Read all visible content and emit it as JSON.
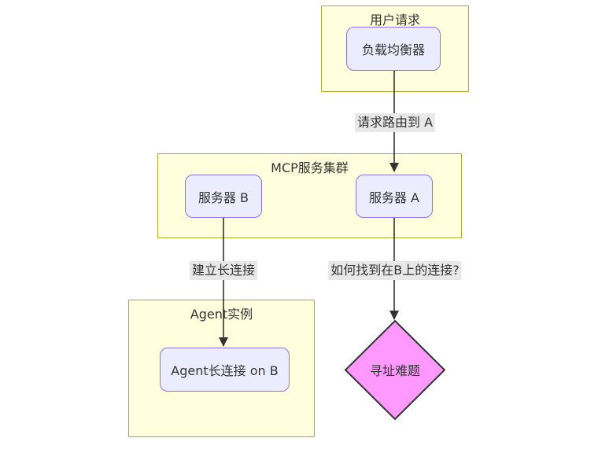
{
  "clusters": {
    "user_request": {
      "title": "用户请求"
    },
    "mcp_cluster": {
      "title": "MCP服务集群"
    },
    "agent_instance": {
      "title": "Agent实例"
    }
  },
  "nodes": {
    "load_balancer": {
      "label": "负载均衡器",
      "shape": "rounded-rect"
    },
    "server_b": {
      "label": "服务器 B",
      "shape": "rounded-rect"
    },
    "server_a": {
      "label": "服务器 A",
      "shape": "rounded-rect"
    },
    "agent_connection": {
      "label": "Agent长连接 on B",
      "shape": "rounded-rect"
    },
    "addressing_problem": {
      "label": "寻址难题",
      "shape": "diamond"
    }
  },
  "edges": [
    {
      "from": "load_balancer",
      "to": "server_a",
      "label": "请求路由到 A"
    },
    {
      "from": "server_b",
      "to": "agent_connection",
      "label": "建立长连接"
    },
    {
      "from": "server_a",
      "to": "addressing_problem",
      "label": "如何找到在B上的连接?"
    }
  ],
  "colors": {
    "cluster_fill": "#ffffde",
    "cluster_border": "#aaaa33",
    "node_fill": "#ECECFF",
    "node_border": "#9370DB",
    "diamond_fill": "#ff99ff",
    "diamond_border": "#333333",
    "arrow": "#333333",
    "edge_label_bg": "#e8e8e8",
    "text": "#333333"
  }
}
